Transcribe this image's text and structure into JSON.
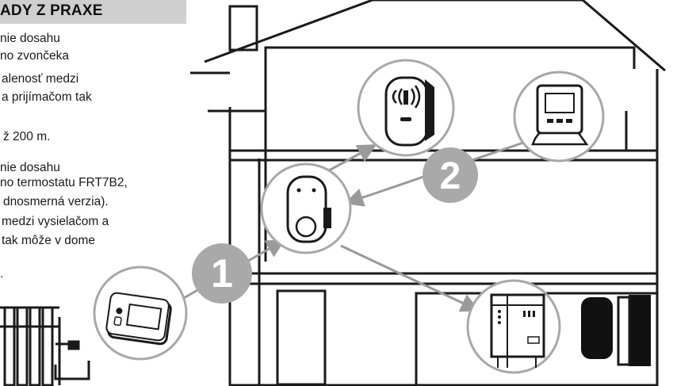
{
  "header": {
    "title": "ADY Z PRAXE"
  },
  "paragraph_1": [
    "nie dosahu",
    "no zvončeka",
    "alenosť medzi",
    "a prijímačom tak",
    "ž 200 m."
  ],
  "paragraph_2": [
    "nie dosahu",
    "no termostatu FRT7B2,",
    "dnosmerná verzia).",
    "medzi vysielačom a",
    "tak môže v dome",
    "."
  ],
  "badges": {
    "step_1": "1",
    "step_2": "2"
  },
  "colors": {
    "header_bg": "#cfcfcf",
    "badge": "#a9a9a9",
    "arrow": "#9a9a9a",
    "outline": "#1a1a1a"
  },
  "icons": [
    "house-outline",
    "wireless-doorbell-receiver",
    "thermostat-display",
    "wireless-receiver",
    "boiler-unit",
    "thermostat-transmitter",
    "radiator",
    "water-tank"
  ]
}
